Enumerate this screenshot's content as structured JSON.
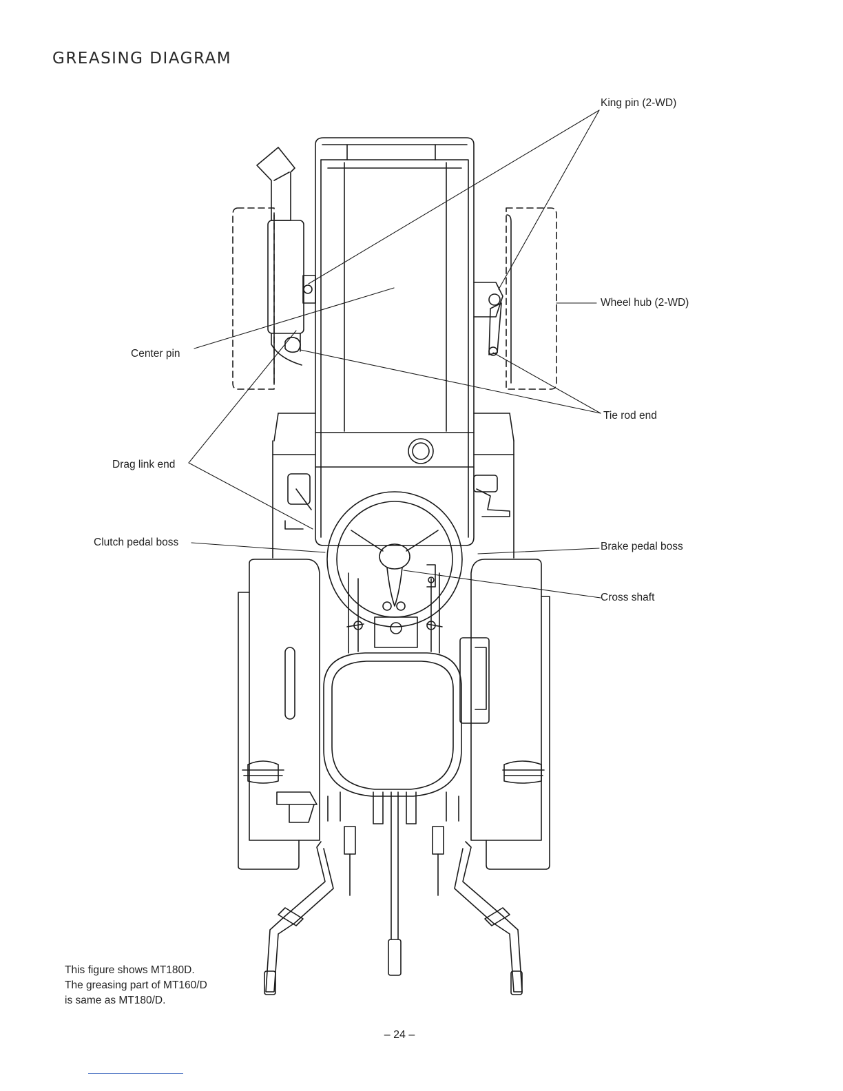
{
  "title": "GREASING DIAGRAM",
  "labels": {
    "king_pin": "King pin (2-WD)",
    "wheel_hub": "Wheel hub (2-WD)",
    "center_pin": "Center pin",
    "tie_rod_end": "Tie rod end",
    "drag_link_end": "Drag link end",
    "clutch_pedal_boss": "Clutch pedal boss",
    "brake_pedal_boss": "Brake pedal boss",
    "cross_shaft": "Cross shaft"
  },
  "note": {
    "line1": "This figure shows MT180D.",
    "line2": "The greasing part of MT160/D",
    "line3": "is same as MT180/D."
  },
  "page_number": "– 24 –",
  "colors": {
    "ink": "#1a1a1a",
    "paper": "#ffffff"
  }
}
